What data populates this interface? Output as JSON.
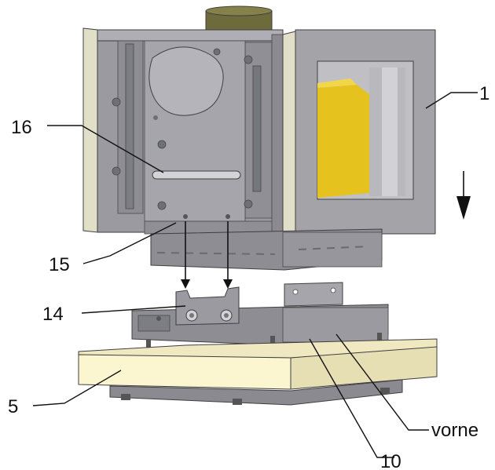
{
  "labels": {
    "door": "1",
    "bracket_top": "16",
    "bottom_plate": "15",
    "mount_bracket": "14",
    "base_block": "5",
    "front": "vorne",
    "rail_frame": "10"
  },
  "colors": {
    "steel": "#9a9aa0",
    "steel_dark": "#6f6f76",
    "steel_light": "#c2c2c8",
    "flue": "#6d6a3c",
    "door_frame": "#a3a3a8",
    "glass": "#c0c0c4",
    "firebox_yellow": "#e6c21f",
    "stone": "#fbf5d0",
    "stone_side": "#e6dfb4",
    "side_panel": "#e2dfc8"
  }
}
